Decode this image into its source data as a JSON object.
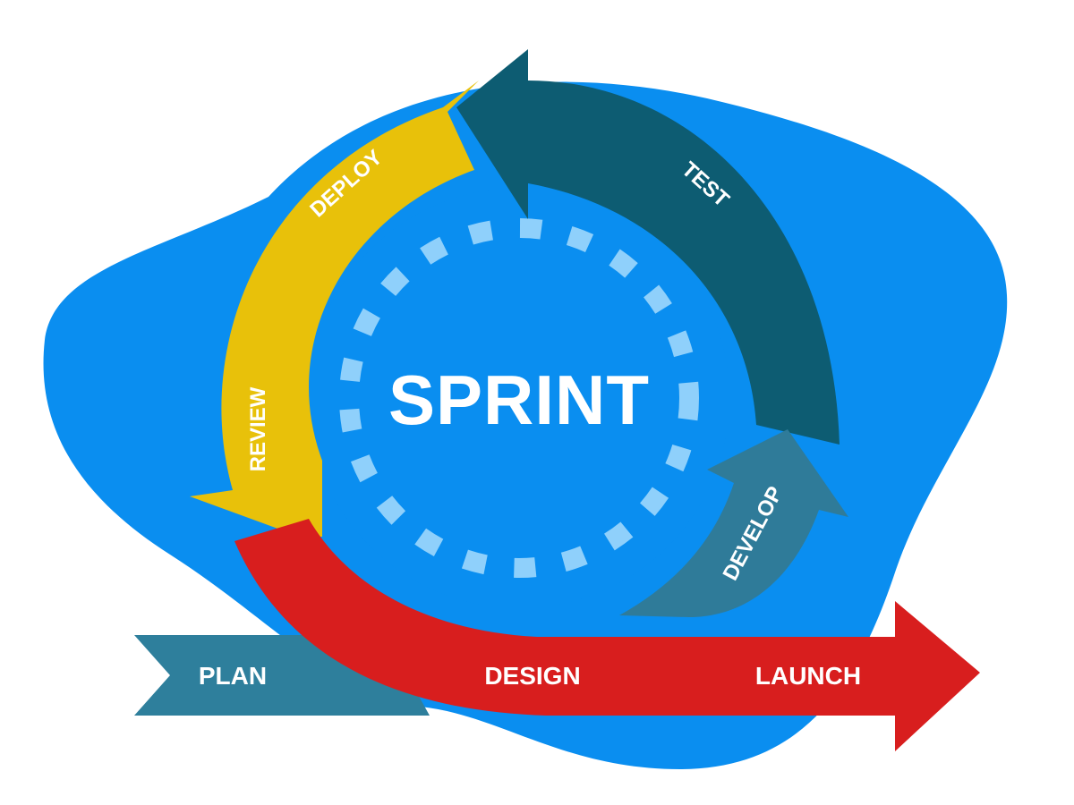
{
  "diagram": {
    "center_label": "SPRINT",
    "stages": {
      "plan": "PLAN",
      "design": "DESIGN",
      "launch": "LAUNCH",
      "develop": "DEVELOP",
      "test": "TEST",
      "deploy": "DEPLOY",
      "review": "REVIEW"
    },
    "colors": {
      "background_blob": "#0a8ef0",
      "inner_circle": "#0a8ef0",
      "dash_ring": "#8fd0fb",
      "plan": "#2e7f9c",
      "design_launch": "#d81e1e",
      "develop": "#2f7b99",
      "test": "#0d5c72",
      "deploy_review": "#e8c10a"
    }
  }
}
